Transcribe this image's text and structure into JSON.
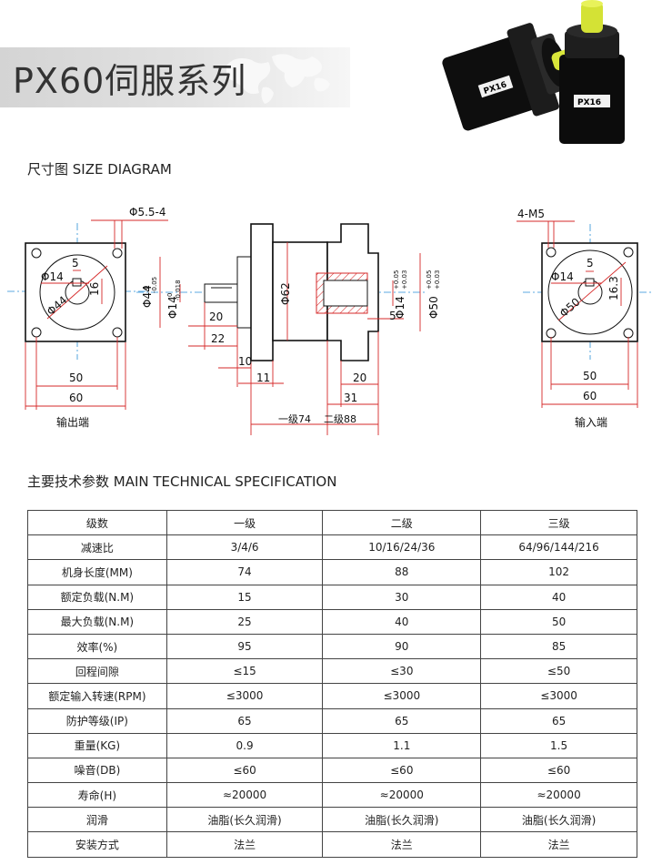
{
  "header": {
    "title": "PX60伺服系列",
    "product_label": "PX16"
  },
  "diagram": {
    "title": "尺寸图 SIZE DIAGRAM",
    "left_view": {
      "hole_label": "Φ5.5-4",
      "phi14": "Φ14",
      "key5": "5",
      "key16": "16",
      "phi44": "Φ44",
      "dim50": "50",
      "dim60": "60",
      "caption": "输出端"
    },
    "side_view": {
      "phi44": "Φ44",
      "phi44_tol_top": "0",
      "phi44_tol_bot": "-0.05",
      "phi14": "Φ14",
      "phi14_tol_top": "0",
      "phi14_tol_bot": "-0.018",
      "phi62": "Φ62",
      "dim20": "20",
      "dim22": "22",
      "dim10": "10",
      "dim11": "11",
      "phi14_in": "Φ14",
      "phi14_in_tol_top": "+0.05",
      "phi14_in_tol_bot": "+0.03",
      "phi50": "Φ50",
      "phi50_tol_top": "+0.05",
      "phi50_tol_bot": "+0.03",
      "dim5": "5",
      "dim20b": "20",
      "dim31": "31",
      "stage1_len": "一级74",
      "stage2_len": "二级88"
    },
    "right_view": {
      "hole_label": "4-M5",
      "phi14": "Φ14",
      "key5": "5",
      "key163": "16.3",
      "phi50": "Φ50",
      "dim50": "50",
      "dim60": "60",
      "caption": "输入端"
    }
  },
  "spec": {
    "title": "主要技术参数 MAIN  TECHNICAL  SPECIFICATION",
    "rows": [
      [
        "级数",
        "一级",
        "二级",
        "三级"
      ],
      [
        "减速比",
        "3/4/6",
        "10/16/24/36",
        "64/96/144/216"
      ],
      [
        "机身长度(MM)",
        "74",
        "88",
        "102"
      ],
      [
        "额定负载(N.M)",
        "15",
        "30",
        "40"
      ],
      [
        "最大负载(N.M)",
        "25",
        "40",
        "50"
      ],
      [
        "效率(%)",
        "95",
        "90",
        "85"
      ],
      [
        "回程间隙",
        "≤15",
        "≤30",
        "≤50"
      ],
      [
        "额定输入转速(RPM)",
        "≤3000",
        "≤3000",
        "≤3000"
      ],
      [
        "防护等级(IP)",
        "65",
        "65",
        "65"
      ],
      [
        "重量(KG)",
        "0.9",
        "1.1",
        "1.5"
      ],
      [
        "噪音(DB)",
        "≤60",
        "≤60",
        "≤60"
      ],
      [
        "寿命(H)",
        "≈20000",
        "≈20000",
        "≈20000"
      ],
      [
        "润滑",
        "油脂(长久润滑)",
        "油脂(长久润滑)",
        "油脂(长久润滑)"
      ],
      [
        "安装方式",
        "法兰",
        "法兰",
        "法兰"
      ]
    ]
  }
}
